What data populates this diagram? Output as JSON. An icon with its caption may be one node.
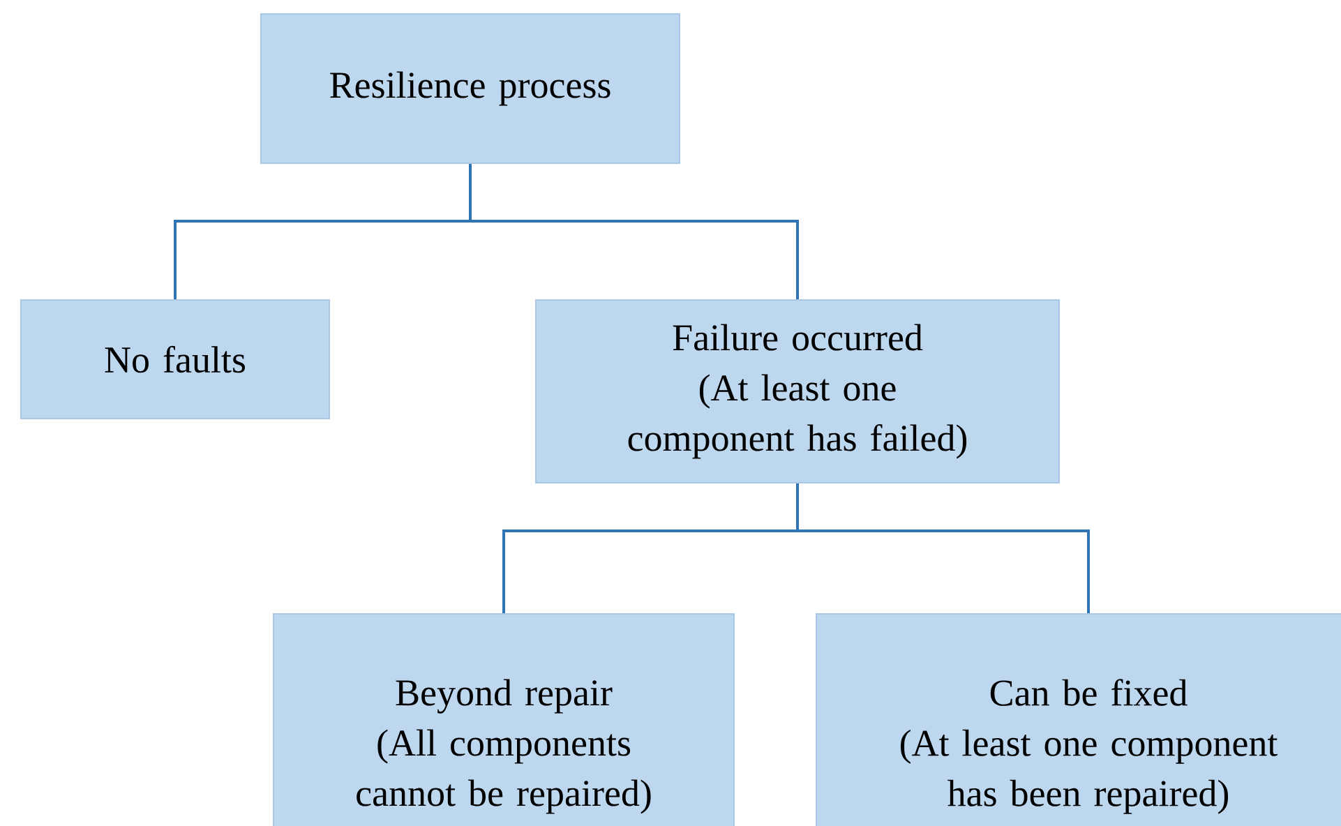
{
  "diagram": {
    "nodes": [
      {
        "text": [
          "Resilience process"
        ]
      },
      {
        "text": [
          "No faults"
        ]
      },
      {
        "text": [
          "Failure occurred",
          "(At least one component has failed)"
        ]
      },
      {
        "text": [
          "Beyond repair",
          "(All components cannot be repaired)"
        ]
      },
      {
        "text": [
          "Can be fixed",
          "(At least one component has been repaired)"
        ]
      }
    ],
    "edges": [
      {
        "from": 0,
        "to": 1,
        "arrow": "none"
      },
      {
        "from": 0,
        "to": 2,
        "arrow": "none"
      },
      {
        "from": 2,
        "to": 3,
        "arrow": "none"
      },
      {
        "from": 2,
        "to": 4,
        "arrow": "none"
      }
    ]
  }
}
